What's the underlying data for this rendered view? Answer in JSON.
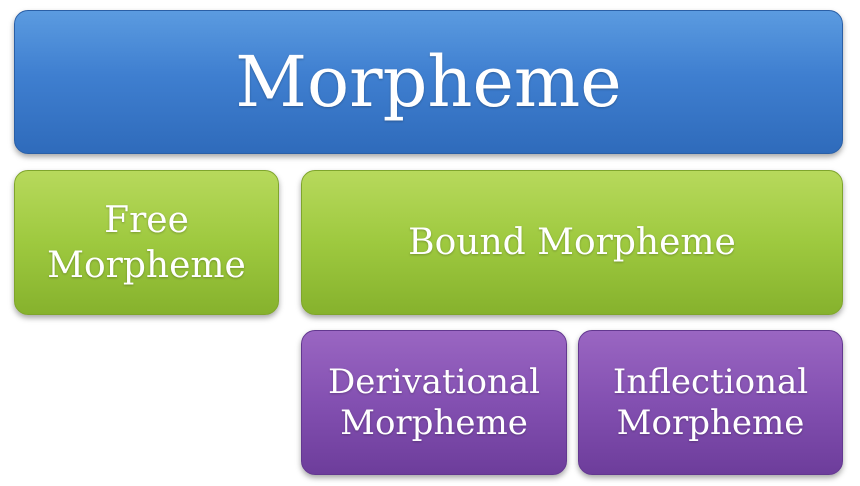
{
  "diagram": {
    "root": {
      "label": "Morpheme",
      "color": "#3f7fd0"
    },
    "free": {
      "label": "Free\nMorpheme",
      "color": "#9ec93f"
    },
    "bound": {
      "label": "Bound Morpheme",
      "color": "#9ec93f"
    },
    "derivational": {
      "label": "Derivational\nMorpheme",
      "color": "#8350b1"
    },
    "inflectional": {
      "label": "Inflectional\nMorpheme",
      "color": "#8350b1"
    }
  }
}
